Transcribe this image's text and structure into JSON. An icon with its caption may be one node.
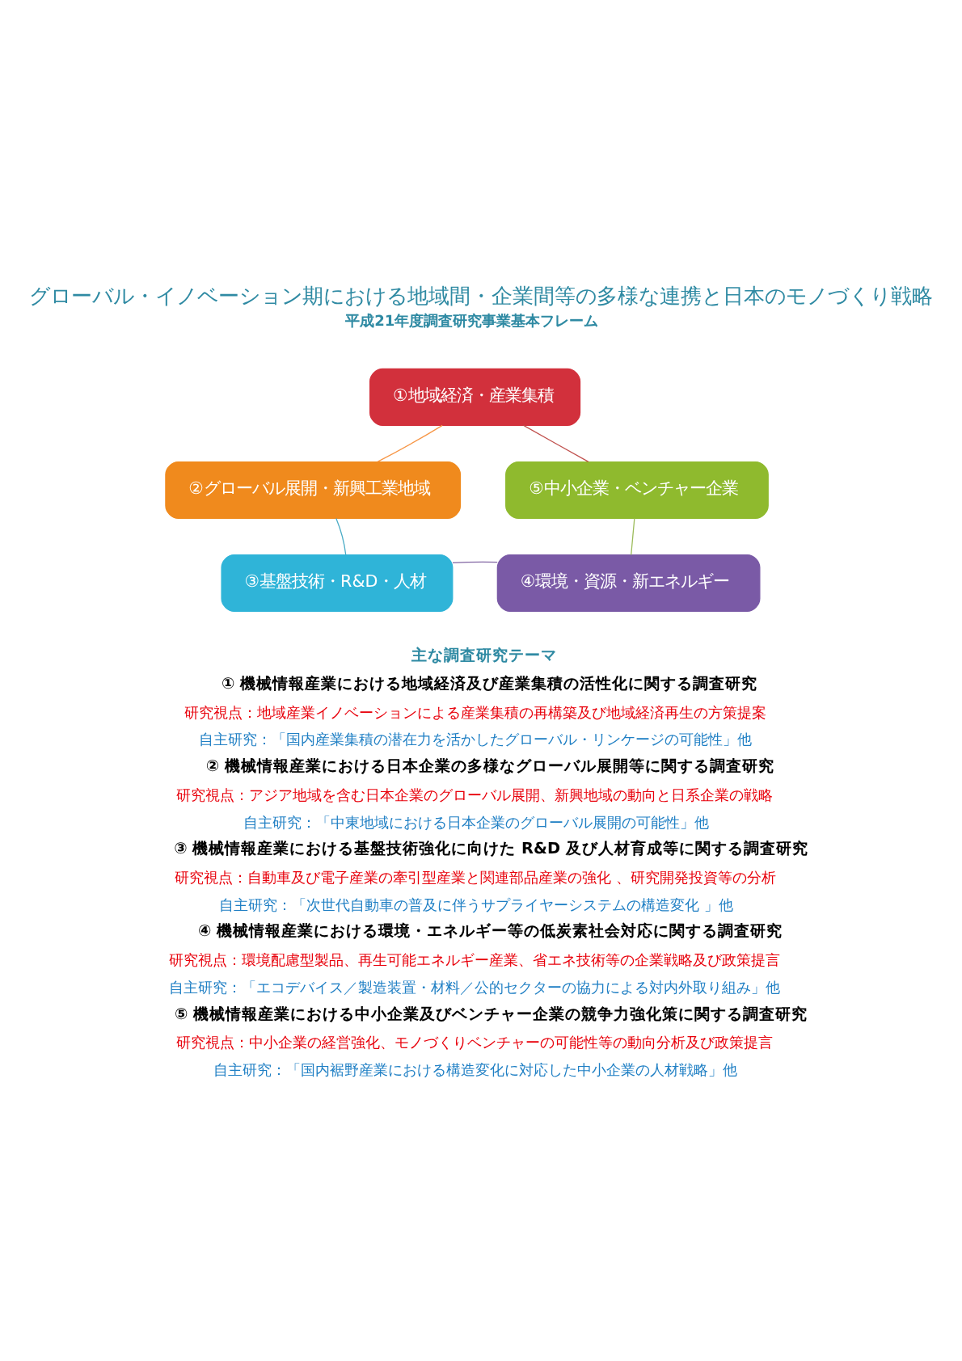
{
  "diagram": {
    "title": "グローバル・イノベーション期における地域間・企業間等の多様な連携と日本のモノづくり戦略",
    "nodes": [
      {
        "text": [
          "①地域経済・産業集積"
        ]
      },
      {
        "text": [
          "②グローバル展開・新興工業地域"
        ]
      },
      {
        "text": [
          "⑤中小企業・ベンチャー企業"
        ]
      },
      {
        "text": [
          "③基盤技術・R&D・人材"
        ]
      },
      {
        "text": [
          "④環境・資源・新エネルギー"
        ]
      }
    ],
    "edges": [
      {
        "from": 0,
        "to": 2,
        "arrow": "none",
        "color": "#c0504d"
      },
      {
        "from": 2,
        "to": 4,
        "arrow": "none",
        "color": "#9bbb59"
      },
      {
        "from": 4,
        "to": 3,
        "arrow": "none",
        "color": "#8064a2"
      },
      {
        "from": 3,
        "to": 1,
        "arrow": "none",
        "color": "#4bacc6"
      },
      {
        "from": 1,
        "to": 0,
        "arrow": "none",
        "color": "#f79646"
      }
    ],
    "labels": [
      "平成21年度調査研究事業基本フレーム",
      "主な調査研究テーマ",
      "① 機械情報産業における地域経済及び産業集積の活性化に関する調査研究",
      "研究視点：地域産業イノベーションによる産業集積の再構築及び地域経済再生の方策提案",
      "自主研究：「国内産業集積の潜在力を活かしたグローバル・リンケージの可能性」他",
      "② 機械情報産業における日本企業の多様なグローバル展開等に関する調査研究",
      "研究視点：アジア地域を含む日本企業のグローバル展開、新興地域の動向と日系企業の戦略",
      "自主研究：「中東地域における日本企業のグローバル展開の可能性」他",
      "③ 機械情報産業における基盤技術強化に向けた R&D 及び人材育成等に関する調査研究",
      "研究視点：自動車及び電子産業の牽引型産業と関連部品産業の強化 、研究開発投資等の分析",
      "自主研究：「次世代自動車の普及に伴うサプライヤーシステムの構造変化 」他",
      "④ 機械情報産業における環境・エネルギー等の低炭素社会対応に関する調査研究",
      "研究視点：環境配慮型製品、再生可能エネルギー産業、省エネ技術等の企業戦略及び政策提言",
      "自主研究：「エコデバイス／製造装置・材料／公的セクターの協力による対内外取り組み」他",
      "⑤ 機械情報産業における中小企業及びベンチャー企業の競争力強化策に関する調査研究",
      "研究視点：中小企業の経営強化、モノづくりベンチャーの可能性等の動向分析及び政策提言",
      "自主研究：「国内裾野産業における構造変化に対応した中小企業の人材戦略」他"
    ]
  }
}
